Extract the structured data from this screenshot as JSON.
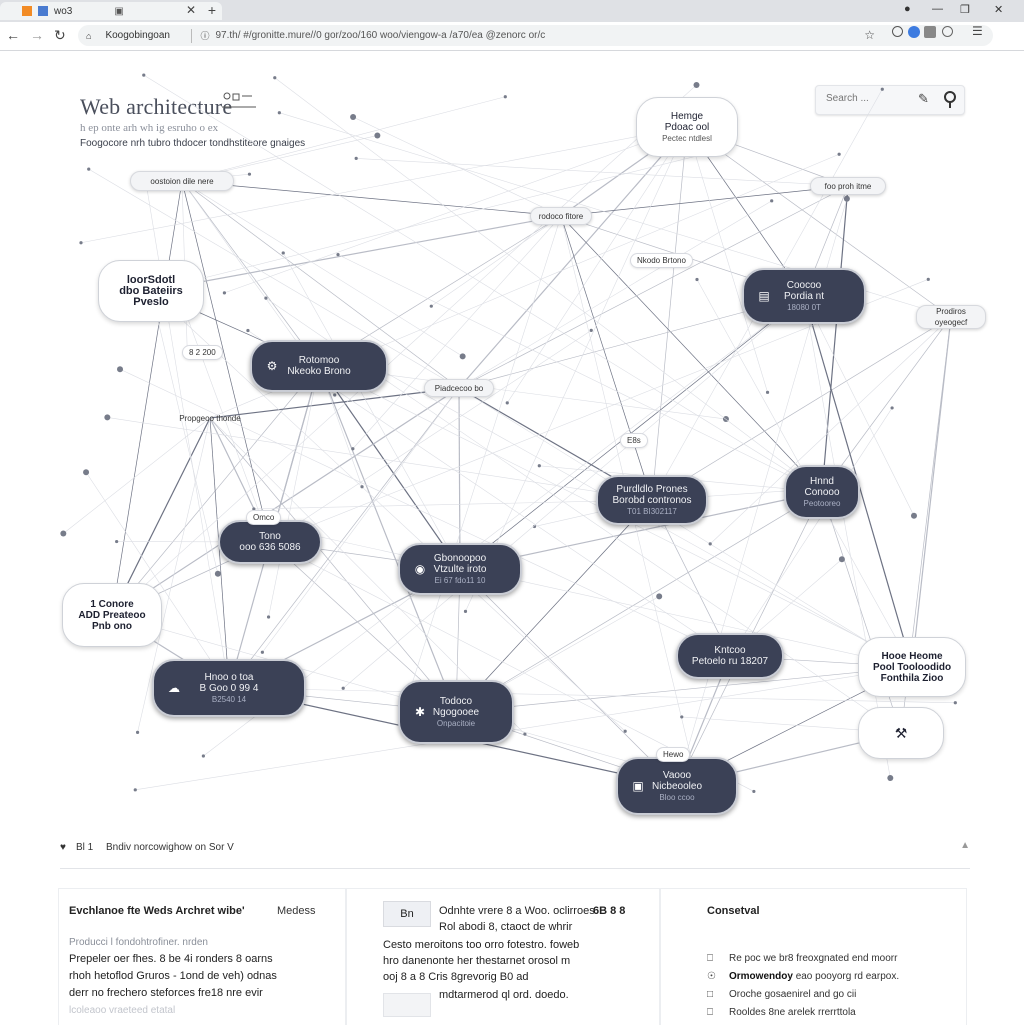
{
  "browser": {
    "tab_title": "wo3",
    "tab_pin": "▣",
    "host": "Koogobingoan",
    "url": "97.th/ #/gronitte.mure//0 gor/zoo/160 woo/viengow-a /a70/ea @zenorc or/c"
  },
  "header": {
    "title": "Web architecture",
    "subtitle": "h ep onte arh wh ig esruho o ex",
    "tagline": "Foogocore nrh tubro thdocer tondhstiteore gnaiges",
    "search_placeholder": "Search ..."
  },
  "graph": {
    "nodes": [
      {
        "l1": "Hemge",
        "l2": "Pdoac ool",
        "l3": "Pectec ntdlesl",
        "style": "light"
      },
      {
        "l1": "oostoion dile nere",
        "l2": "",
        "l3": "",
        "style": "pill"
      },
      {
        "l1": "rodoco fitore",
        "l2": "",
        "l3": "",
        "style": "pill"
      },
      {
        "l1": "foo proh itme",
        "l2": "",
        "l3": "",
        "style": "pill"
      },
      {
        "l1": "loorSdotl",
        "l2": "dbo Bateiirs",
        "l3": "Pveslo",
        "style": "light"
      },
      {
        "l1": "Prodiros",
        "l2": "oyeogecf",
        "l3": "",
        "style": "pill"
      },
      {
        "l1": "Coocoo",
        "l2": "Pordia nt",
        "l3": "18080 0T",
        "style": "dark"
      },
      {
        "l1": "Rotomoo",
        "l2": "Nkeoko Brono",
        "l3": "",
        "style": "dark"
      },
      {
        "l1": "Piadcecoo bo",
        "l2": "",
        "l3": "",
        "style": "pill"
      },
      {
        "l1": "Propgeoo thonde",
        "l2": "",
        "l3": "",
        "style": "pill"
      },
      {
        "l1": "Hnnd",
        "l2": "Conooo",
        "l3": "Peotooreo",
        "style": "dark"
      },
      {
        "l1": "Purdldlo Prones",
        "l2": "Borobd contronos",
        "l3": "T01 BI302117",
        "style": "dark"
      },
      {
        "l1": "Tono",
        "l2": "ooo 636 5086",
        "l3": "",
        "style": "dark"
      },
      {
        "l1": "Gbonoopoo",
        "l2": "Vtzulte iroto",
        "l3": "Ei 67 fdo11 10",
        "style": "dark"
      },
      {
        "l1": "1  Conore",
        "l2": "ADD Preateoo",
        "l3": "Pnb ono",
        "style": "light"
      },
      {
        "l1": "Kntcoo",
        "l2": "Petoelo ru 18207",
        "l3": "",
        "style": "dark"
      },
      {
        "l1": "Hooe Heome",
        "l2": "Pool Tooloodido",
        "l3": "Fonthila Zioo",
        "style": "light"
      },
      {
        "l1": "Hnoo o toa",
        "l2": "B Goo 0 99 4",
        "l3": "B2540 14",
        "style": "dark"
      },
      {
        "l1": "Todoco",
        "l2": "Ngogooee",
        "l3": "Onpacitoie",
        "style": "dark"
      },
      {
        "l1": "",
        "l2": "",
        "l3": "",
        "style": "light"
      },
      {
        "l1": "Vaooo",
        "l2": "Nicbeooleo",
        "l3": "Bloo ccoo",
        "style": "dark"
      }
    ],
    "tags": [
      {
        "text": "Nkodo Brtono"
      },
      {
        "text": "8 2 200"
      },
      {
        "text": "E8s"
      },
      {
        "text": "Omco"
      },
      {
        "text": "Hewo"
      }
    ]
  },
  "bottom": {
    "bar_text": "Bndiv norcowighow on Sor V",
    "bar_icon": "Bl  1",
    "panel1": {
      "title": "Evchlanoe fte Weds Archret wibe'",
      "side": "Medess",
      "lines": [
        "Producci l fondohtrofiner. nrden",
        "Prepeler oer fhes.  8  be 4i ronders  8 oarns",
        "rhoh hetoflod  Gruros - 1ond  de veh)  odnas",
        "derr no frechero steforces fre18 nre evir",
        "lcoleaoo vraeteed etatal"
      ]
    },
    "panel2": {
      "button": "Bn",
      "badge": "6B  8 8",
      "lines": [
        "Odnhte vrere 8 a Woo. oclirroes",
        "Rol abodi 8, ctaoct de whrir",
        "Cesto meroitons too orro fotestro. foweb",
        "hro danenonte her thestarnet orosol  m",
        "ooj 8 a 8 Cris  8grevorig B0  ad",
        "mdtarmerod ql ord. doedo."
      ]
    },
    "panel3": {
      "title": "Consetval",
      "items": [
        {
          "icon": "⎕",
          "text": "Re poc we br8 freoxgnated end moorr"
        },
        {
          "icon": "☉",
          "text": "Ormowendoy",
          "rest": "eao pooyorg rd earpox."
        },
        {
          "icon": "□",
          "text": "Oroche gosaenirel and go cii"
        },
        {
          "icon": "⎕",
          "text": "Rooldes 8ne arelek rrerrttola"
        }
      ]
    }
  }
}
